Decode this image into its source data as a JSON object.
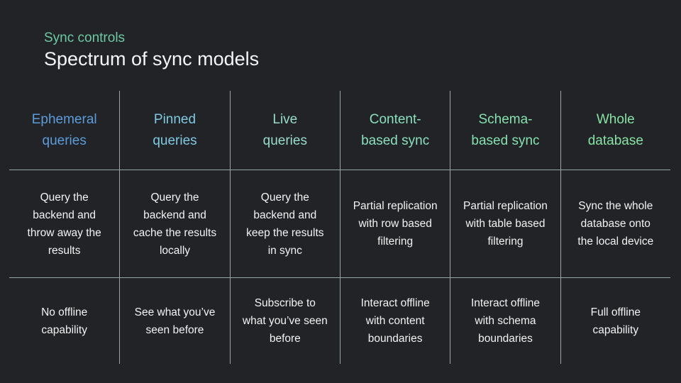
{
  "slide": {
    "eyebrow": "Sync controls",
    "title": "Spectrum of sync models"
  },
  "colors": {
    "background": "#212327",
    "grid_line": "#97a6a2",
    "eyebrow": "#6cc9a1",
    "title": "#f4f5f6",
    "body_text": "#f2f3f3"
  },
  "table": {
    "columns": [
      {
        "header": "Ephemeral\nqueries",
        "header_color": "#5d9cdb",
        "description": "Query the\nbackend and\nthrow away the\nresults",
        "offline": "No offline\ncapability"
      },
      {
        "header": "Pinned\nqueries",
        "header_color": "#7fc9e2",
        "description": "Query the\nbackend and\ncache the results\nlocally",
        "offline": "See what you’ve\nseen before"
      },
      {
        "header": "Live\nqueries",
        "header_color": "#98dccc",
        "description": "Query the\nbackend and\nkeep the results\nin sync",
        "offline": "Subscribe to\nwhat you’ve seen\nbefore"
      },
      {
        "header": "Content-\nbased sync",
        "header_color": "#8ae0bb",
        "description": "Partial replication\nwith row based\nfiltering",
        "offline": "Interact offline\nwith content\nboundaries"
      },
      {
        "header": "Schema-\nbased sync",
        "header_color": "#85e0af",
        "description": "Partial replication\nwith table based\nfiltering",
        "offline": "Interact offline\nwith schema\nboundaries"
      },
      {
        "header": "Whole\ndatabase",
        "header_color": "#88e2a5",
        "description": "Sync the whole\ndatabase onto\nthe local device",
        "offline": "Full offline\ncapability"
      }
    ]
  }
}
